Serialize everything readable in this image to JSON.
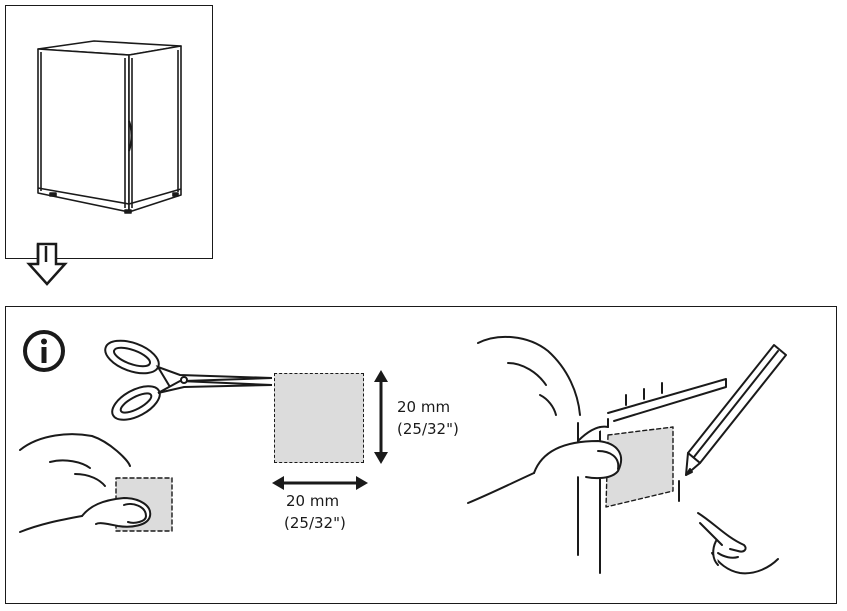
{
  "dimensions": {
    "height": {
      "value": "20 mm",
      "imperial": "(25/32\")"
    },
    "width": {
      "value": "20 mm",
      "imperial": "(25/32\")"
    }
  },
  "icons": {
    "step_arrow": "down-arrow-icon",
    "info": "info-icon",
    "scissors": "scissors-icon",
    "pencil": "pencil-icon",
    "pointing_hand": "pointing-hand-icon"
  },
  "colors": {
    "line": "#1a1a1a",
    "pad_fill": "#dcdcdc"
  }
}
